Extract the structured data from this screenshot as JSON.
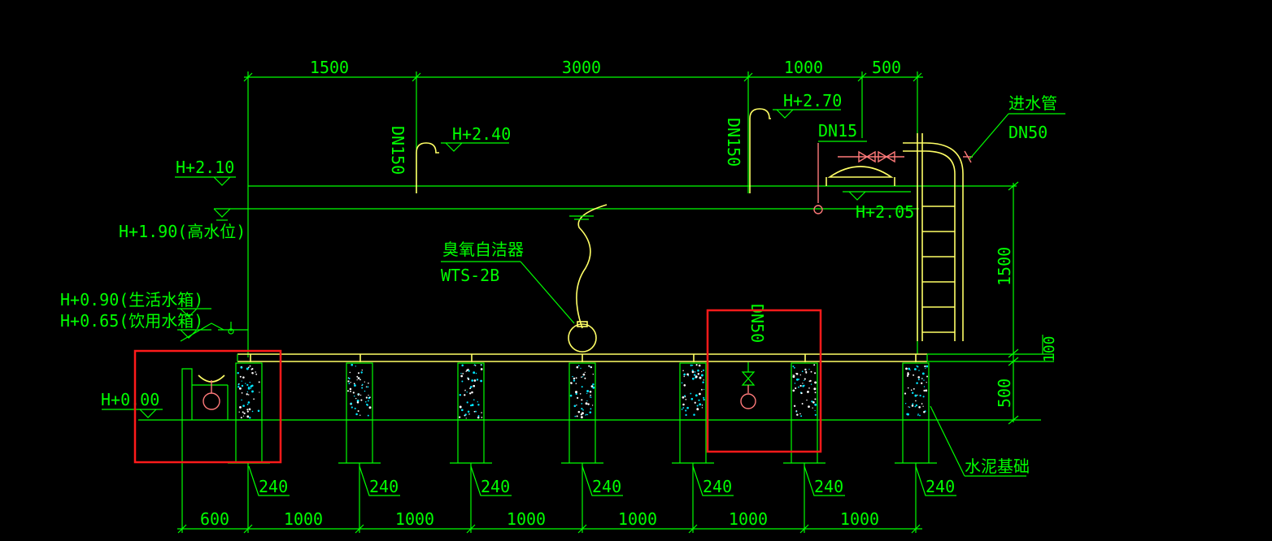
{
  "top_dimensions": [
    "1500",
    "3000",
    "1000",
    "500"
  ],
  "bottom_dimensions": [
    "600",
    "1000",
    "1000",
    "1000",
    "1000",
    "1000",
    "1000"
  ],
  "pier_widths": [
    "240",
    "240",
    "240",
    "240",
    "240",
    "240",
    "240"
  ],
  "right_dimensions": [
    "1500",
    "100",
    "500"
  ],
  "elevations": {
    "h210": "H+2.10",
    "h190": "H+1.90(高水位)",
    "h090": "H+0.90(生活水箱)",
    "h065": "H+0.65(饮用水箱)",
    "h000": "H+0.00",
    "h240": "H+2.40",
    "h270": "H+2.70",
    "h205": "H+2.05"
  },
  "pipes": {
    "overflow_left": "DN150",
    "overflow_right": "DN150",
    "inlet_small": "DN15",
    "drain": "DN50",
    "inlet_title": "进水管",
    "inlet_size": "DN50"
  },
  "device": {
    "name": "臭氧自洁器",
    "model": "WTS-2B"
  },
  "foundation_label": "水泥基础",
  "colors": {
    "line": "#00ff00",
    "pipe_yellow": "#ffff66",
    "valve_red": "#ff7a7a",
    "highlight": "#ff1a1a",
    "dots": "#00e5ff"
  }
}
